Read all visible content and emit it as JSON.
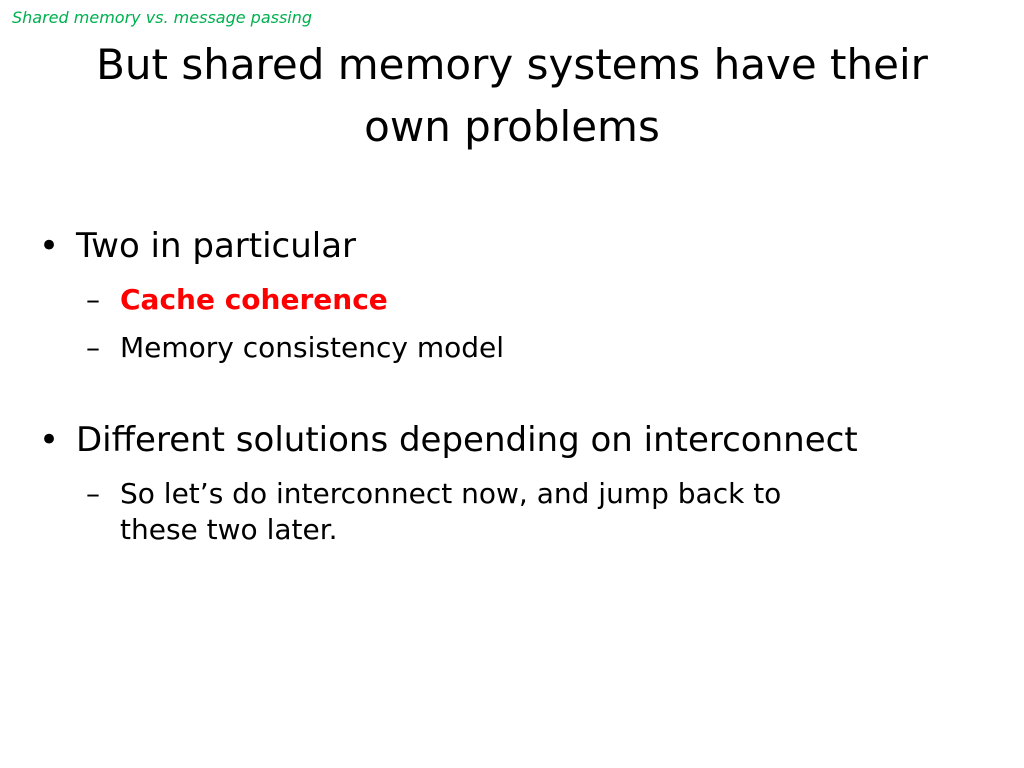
{
  "header": {
    "section_label": "Shared memory vs. message passing"
  },
  "title": {
    "line1": "But shared memory systems have their",
    "line2": "own problems"
  },
  "bullets": {
    "b1": {
      "marker": "•",
      "text": "Two in particular",
      "sub1": {
        "marker": "–",
        "text": "Cache coherence"
      },
      "sub2": {
        "marker": "–",
        "text": "Memory consistency model"
      }
    },
    "b2": {
      "marker": "•",
      "text": "Different solutions depending on interconnect",
      "sub1": {
        "marker": "–",
        "line1": "So let’s do interconnect now, and jump back to",
        "line2": "these two later."
      }
    }
  },
  "colors": {
    "section_label": "#00b050",
    "highlight": "#ff0000",
    "text": "#000000",
    "background": "#ffffff"
  }
}
